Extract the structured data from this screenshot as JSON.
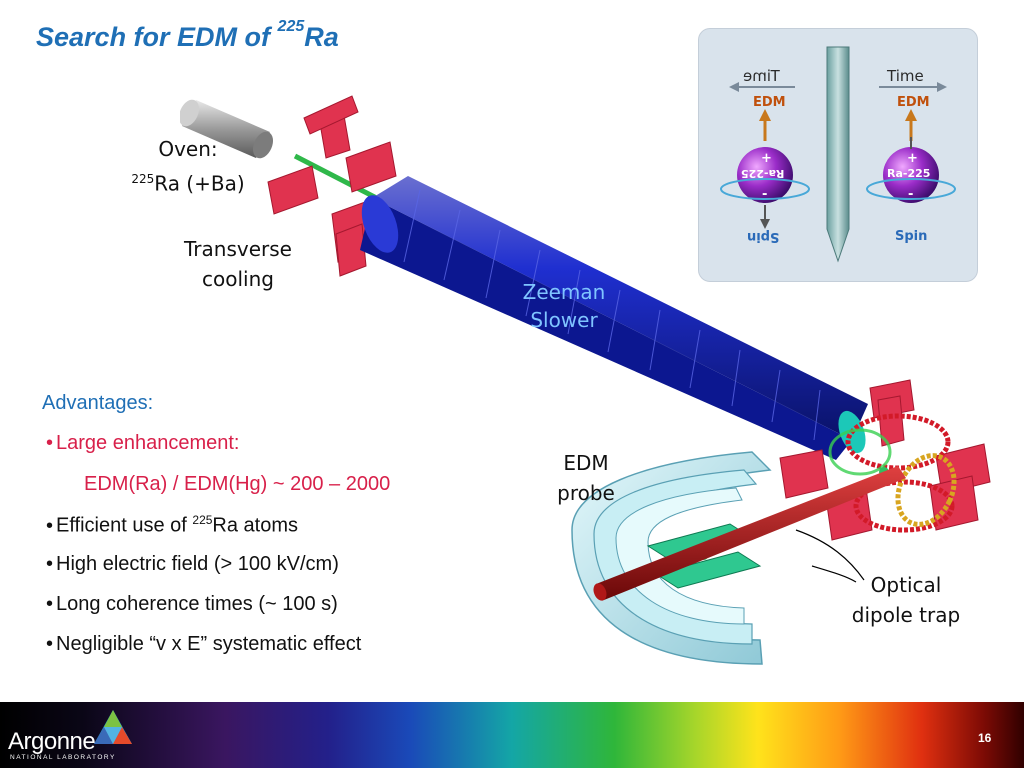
{
  "title": {
    "main": "Search for EDM of ",
    "sup": "225",
    "tail": "Ra"
  },
  "labels": {
    "oven_line1": "Oven:",
    "oven_sup": "225",
    "oven_line2": "Ra (+Ba)",
    "transverse_line1": "Transverse",
    "transverse_line2": "cooling",
    "zeeman_line1": "Zeeman",
    "zeeman_line2": "Slower",
    "edm_probe_line1": "EDM",
    "edm_probe_line2": "probe",
    "optical_line1": "Optical",
    "optical_line2": "dipole trap"
  },
  "inset": {
    "time_mirrored": "Time",
    "time": "Time",
    "edm_left": "EDM",
    "edm_right": "EDM",
    "atom_left": "Ra-225",
    "atom_right": "Ra-225",
    "spin_left": "Spin",
    "spin_right": "Spin",
    "plus": "+",
    "minus": "-"
  },
  "advantages": {
    "heading": "Advantages:",
    "items": [
      {
        "text": "Large enhancement:"
      },
      {
        "text": "EDM(Ra) / EDM(Hg) ~ 200 – 2000"
      },
      {
        "pre": "Efficient use of ",
        "sup": "225",
        "post": "Ra atoms"
      },
      {
        "text": "High electric field (> 100 kV/cm)"
      },
      {
        "text": "Long coherence times (~ 100 s)"
      },
      {
        "text": "Negligible “v x E” systematic effect"
      }
    ]
  },
  "footer": {
    "logo": "Argonne",
    "logo_sub": "NATIONAL LABORATORY",
    "page": "16"
  },
  "colors": {
    "title": "#1f6fb5",
    "accent_red": "#d8204a",
    "slower_blue": "#1a2fc8",
    "magnet_red": "#e0334f"
  }
}
